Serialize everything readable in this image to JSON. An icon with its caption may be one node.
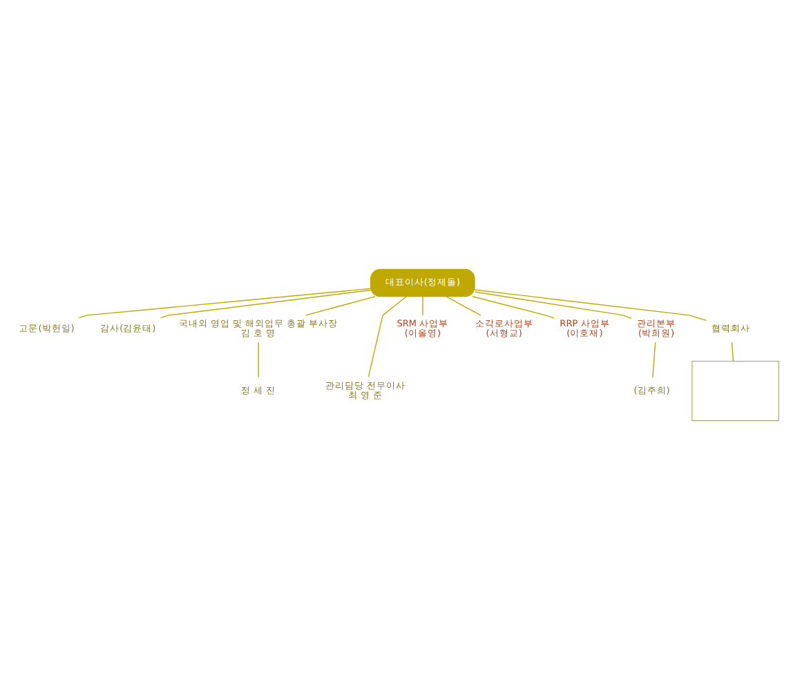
{
  "diagram": {
    "nodes": [
      {
        "text": [
          "대표이사(정제돌)"
        ]
      },
      {
        "text": [
          "고문(박헌일)"
        ]
      },
      {
        "text": [
          "감사(김윤태)"
        ]
      },
      {
        "text": [
          "국내외 영업 및 해외업무 총괄 부사장",
          "김 호 명"
        ]
      },
      {
        "text": [
          "관리담당 전무이사",
          "최 영 준"
        ]
      },
      {
        "text": [
          "정 세 진"
        ]
      },
      {
        "text": [
          "SRM 사업부",
          "(이올영)"
        ]
      },
      {
        "text": [
          "소각로사업부",
          "(서형교)"
        ]
      },
      {
        "text": [
          "RRP 사업부",
          "(이호재)"
        ]
      },
      {
        "text": [
          "관리본부",
          "(박희원)"
        ]
      },
      {
        "text": [
          "(김주희)"
        ]
      },
      {
        "text": [
          "협력회사"
        ]
      },
      {
        "text": [],
        "shape": "box"
      }
    ],
    "edges": [
      {
        "from": 0,
        "to": 1,
        "arrow": "none"
      },
      {
        "from": 0,
        "to": 2,
        "arrow": "none"
      },
      {
        "from": 0,
        "to": 3,
        "arrow": "none"
      },
      {
        "from": 3,
        "to": 5,
        "arrow": "none"
      },
      {
        "from": 0,
        "to": 4,
        "arrow": "none"
      },
      {
        "from": 0,
        "to": 6,
        "arrow": "none"
      },
      {
        "from": 0,
        "to": 7,
        "arrow": "none"
      },
      {
        "from": 0,
        "to": 8,
        "arrow": "none"
      },
      {
        "from": 0,
        "to": 9,
        "arrow": "none"
      },
      {
        "from": 9,
        "to": 10,
        "arrow": "none"
      },
      {
        "from": 0,
        "to": 11,
        "arrow": "none"
      },
      {
        "from": 11,
        "to": 12,
        "arrow": "none"
      }
    ]
  }
}
